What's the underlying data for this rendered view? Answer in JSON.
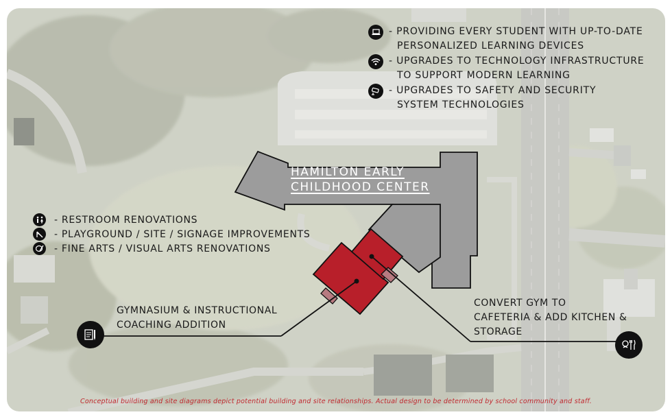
{
  "building": {
    "name_line1": "HAMILTON EARLY",
    "name_line2": "CHILDHOOD CENTER"
  },
  "technology_items": [
    {
      "icon": "laptop-icon",
      "line1": "- PROVIDING EVERY STUDENT WITH UP-TO-DATE",
      "line2": "PERSONALIZED LEARNING DEVICES"
    },
    {
      "icon": "wifi-icon",
      "line1": "- UPGRADES TO TECHNOLOGY INFRASTRUCTURE",
      "line2": "TO SUPPORT MODERN LEARNING"
    },
    {
      "icon": "security-camera-icon",
      "line1": "- UPGRADES TO SAFETY AND SECURITY",
      "line2": "SYSTEM TECHNOLOGIES"
    }
  ],
  "renovation_items": [
    {
      "icon": "restroom-icon",
      "label": "- RESTROOM RENOVATIONS"
    },
    {
      "icon": "playground-slide-icon",
      "label": "- PLAYGROUND / SITE / SIGNAGE IMPROVEMENTS"
    },
    {
      "icon": "fine-arts-icon",
      "label": "- FINE ARTS / VISUAL ARTS RENOVATIONS"
    }
  ],
  "callouts": {
    "gym_addition": {
      "line1": "GYMNASIUM & INSTRUCTIONAL",
      "line2": "COACHING ADDITION",
      "icon": "blueprint-pencil-icon"
    },
    "cafeteria": {
      "line1": "CONVERT GYM TO",
      "line2": "CAFETERIA & ADD KITCHEN &",
      "line3": "STORAGE",
      "icon": "chef-utensils-icon"
    }
  },
  "footnote": "Conceptual building and site diagrams depict potential building and site relationships. Actual design to be determined by school community and staff.",
  "colors": {
    "building_gray": "#9b9b9b",
    "addition_red": "#b81f2a",
    "addition_pink": "#b77a80",
    "footnote_red": "#c0282f",
    "icon_black": "#111111"
  }
}
